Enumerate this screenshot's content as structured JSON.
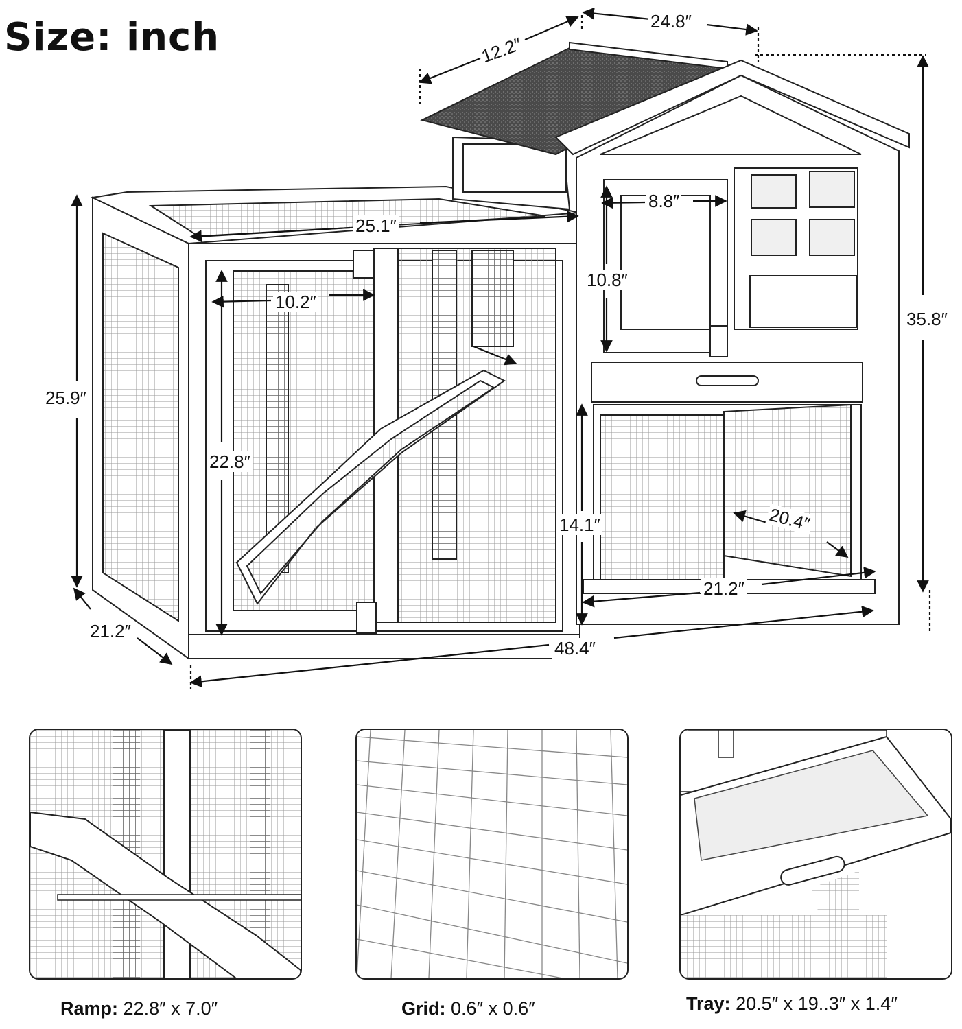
{
  "heading": "Size: inch",
  "dimensions": {
    "roof_depth": "12.2″",
    "roof_width": "24.8″",
    "total_height": "35.8″",
    "run_height": "25.9″",
    "run_length": "25.1″",
    "left_door_width": "10.2″",
    "left_door_height": "22.8″",
    "upper_door_width": "8.8″",
    "upper_door_height": "10.8″",
    "lower_height": "14.1″",
    "lower_inner_depth": "20.4″",
    "lower_width": "21.2″",
    "side_depth": "21.2″",
    "total_length": "48.4″"
  },
  "details": [
    {
      "label": "Ramp:",
      "value": "22.8″ x 7.0″"
    },
    {
      "label": "Grid:",
      "value": "0.6″ x 0.6″"
    },
    {
      "label": "Tray:",
      "value": "20.5″ x 19..3″ x 1.4″"
    }
  ],
  "colors": {
    "line": "#222222",
    "roof": "#555555",
    "mesh": "#9a9a9a",
    "background": "#ffffff"
  }
}
